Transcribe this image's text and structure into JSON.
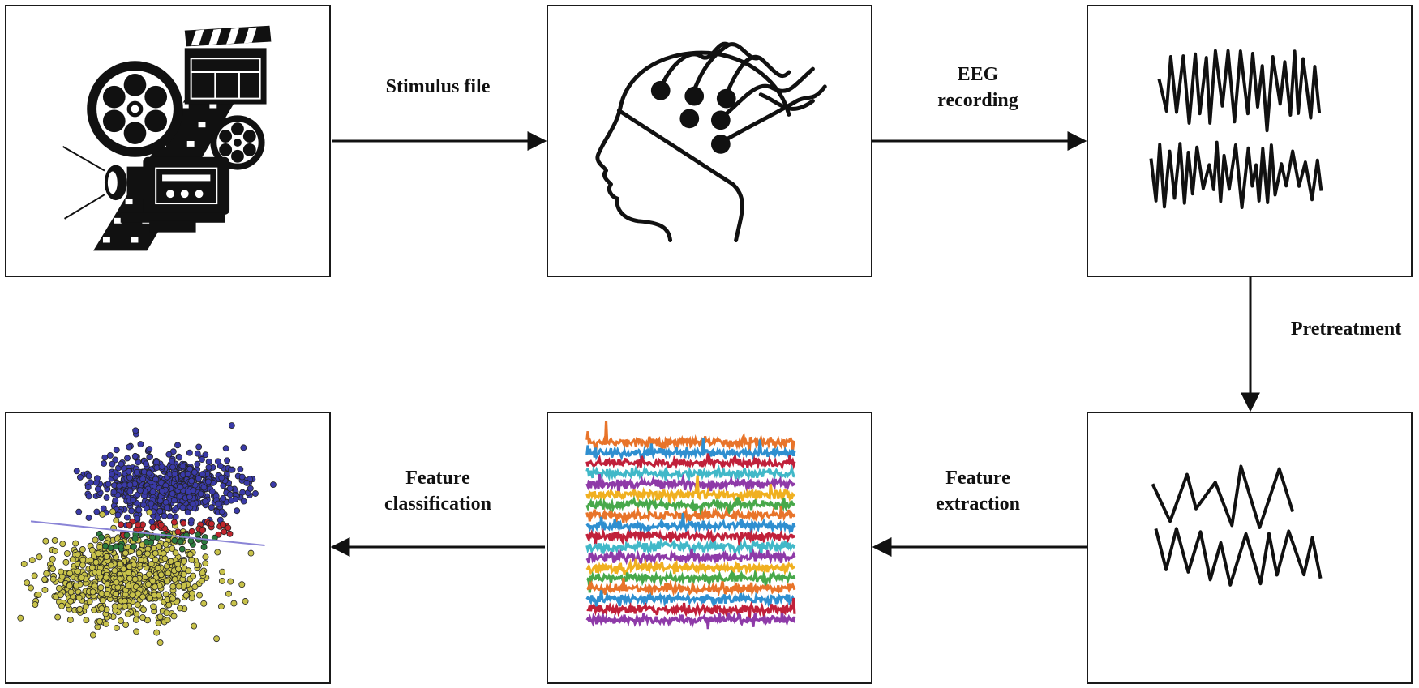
{
  "steps": {
    "stimulus": {
      "icon": "film-projector-icon"
    },
    "eeg_cap": {
      "icon": "eeg-head-icon"
    },
    "raw_signal": {
      "icon": "raw-eeg-waveform-icon"
    },
    "clean_signal": {
      "icon": "clean-eeg-waveform-icon"
    },
    "features": {
      "icon": "multichannel-eeg-icon"
    },
    "classification": {
      "icon": "scatter-clusters-icon"
    }
  },
  "edges": {
    "stimulus_file": {
      "line1": "Stimulus file"
    },
    "eeg_recording": {
      "line1": "EEG",
      "line2": "recording"
    },
    "pretreatment": {
      "line1": "Pretreatment"
    },
    "feature_extraction": {
      "line1": "Feature",
      "line2": "extraction"
    },
    "feature_classification": {
      "line1": "Feature",
      "line2": "classification"
    }
  },
  "colors": {
    "line": "#111111",
    "cluster_top": "#3a3aa8",
    "cluster_bottom": "#c8c24a",
    "cluster_mid_red": "#c0262d",
    "cluster_mid_green": "#2b7a3d",
    "boundary": "#8a84d6",
    "channels": [
      "#e8742a",
      "#2f8fd0",
      "#c0203a",
      "#41b8c8",
      "#8e3aa8",
      "#f0b020",
      "#47a84a",
      "#e8742a",
      "#2f8fd0",
      "#c0203a",
      "#41b8c8",
      "#8e3aa8",
      "#f0b020",
      "#47a84a",
      "#e8742a",
      "#2f8fd0",
      "#c0203a",
      "#8e3aa8"
    ]
  }
}
